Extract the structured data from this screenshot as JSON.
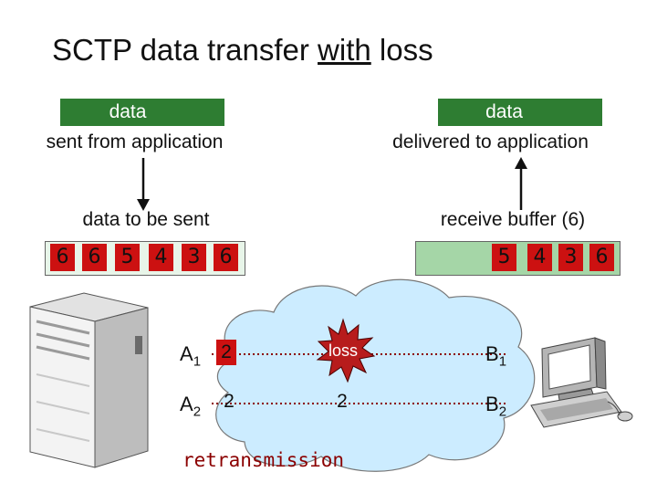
{
  "title": {
    "prefix": "SCTP data transfer ",
    "underlined": "with",
    "suffix": " loss"
  },
  "sender": {
    "bar_label": "data",
    "caption": "sent from application",
    "queue_label": "data to be sent",
    "queue": [
      "6",
      "6",
      "5",
      "4",
      "3",
      "6"
    ]
  },
  "receiver": {
    "bar_label": "data",
    "caption": "delivered to application",
    "buffer_label": "receive buffer (6)",
    "buffer": [
      "5",
      "4",
      "3",
      "6"
    ]
  },
  "network": {
    "a1": {
      "base": "A",
      "sub": "1"
    },
    "a2": {
      "base": "A",
      "sub": "2"
    },
    "b1": {
      "base": "B",
      "sub": "1"
    },
    "b2": {
      "base": "B",
      "sub": "2"
    },
    "packet_a1": "2",
    "packet_a2": "2",
    "packet_mid": "2",
    "loss_label": "loss",
    "retransmission_label": "retransmission"
  },
  "colors": {
    "green_bar": "#2e7d32",
    "queue_cell": "#e8f5e9",
    "digit_box": "#cc1111",
    "buffer_fill": "#a5d6a7",
    "cloud": "#ccecff",
    "path_line": "#8b0000",
    "burst": "#b71c1c"
  },
  "icons": {
    "server": "server-tower-icon",
    "client": "desktop-computer-icon",
    "loss": "explosion-burst-icon"
  }
}
